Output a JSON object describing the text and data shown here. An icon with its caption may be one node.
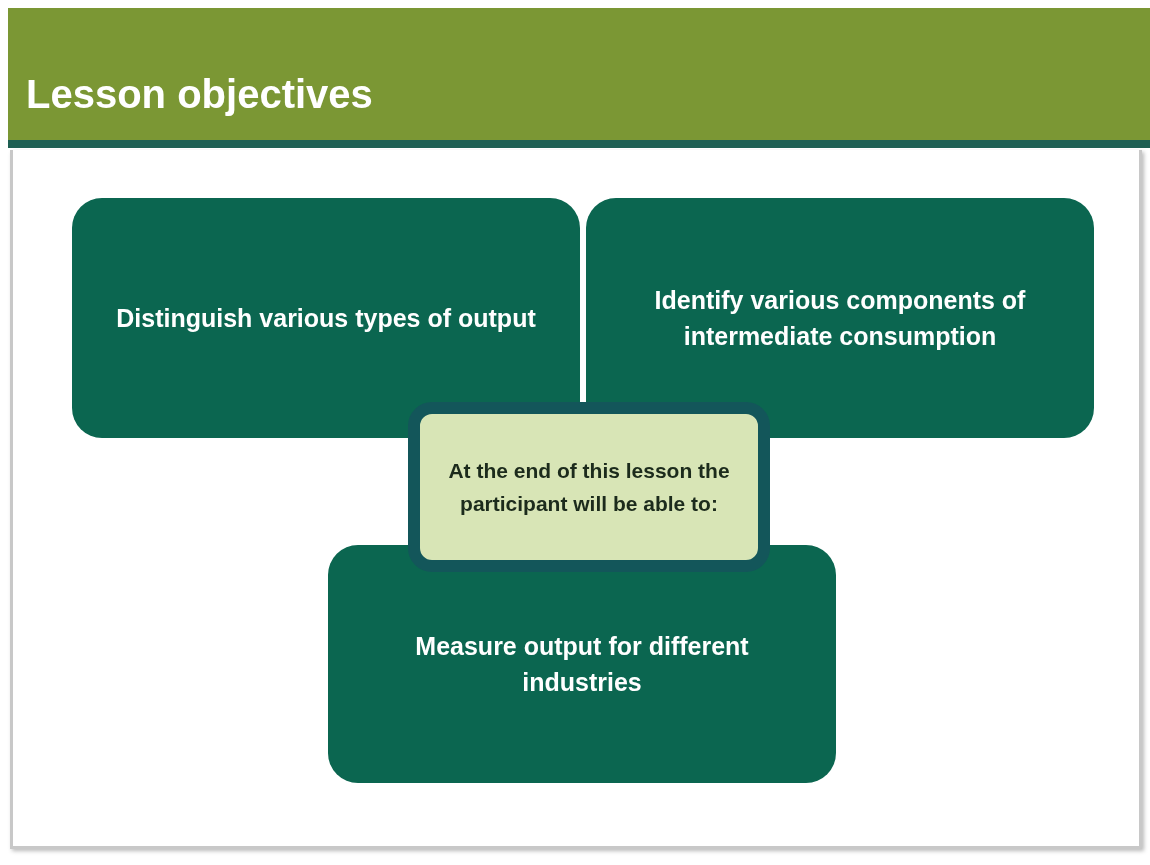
{
  "diagram": {
    "title": "Lesson objectives",
    "nodes": [
      {
        "text": [
          "Distinguish various types of output"
        ]
      },
      {
        "text": [
          "Identify various components of intermediate consumption"
        ]
      },
      {
        "text": [
          "At the end of this lesson the participant will be able to:"
        ]
      },
      {
        "text": [
          "Measure output for different industries"
        ]
      }
    ]
  }
}
